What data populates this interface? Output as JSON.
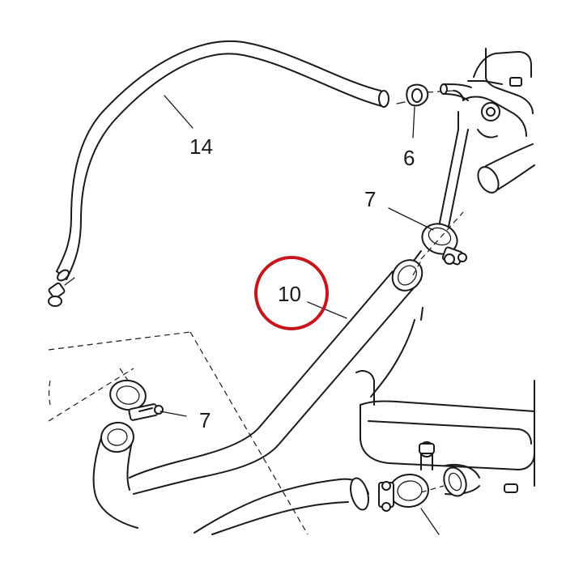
{
  "diagram": {
    "labels": {
      "hose_14": "14",
      "clamp_6": "6",
      "clamp_7_upper": "7",
      "clamp_7_left": "7",
      "hose_10": "10"
    },
    "highlight_color": "#c4161c",
    "line_color": "#1a1a1a"
  }
}
